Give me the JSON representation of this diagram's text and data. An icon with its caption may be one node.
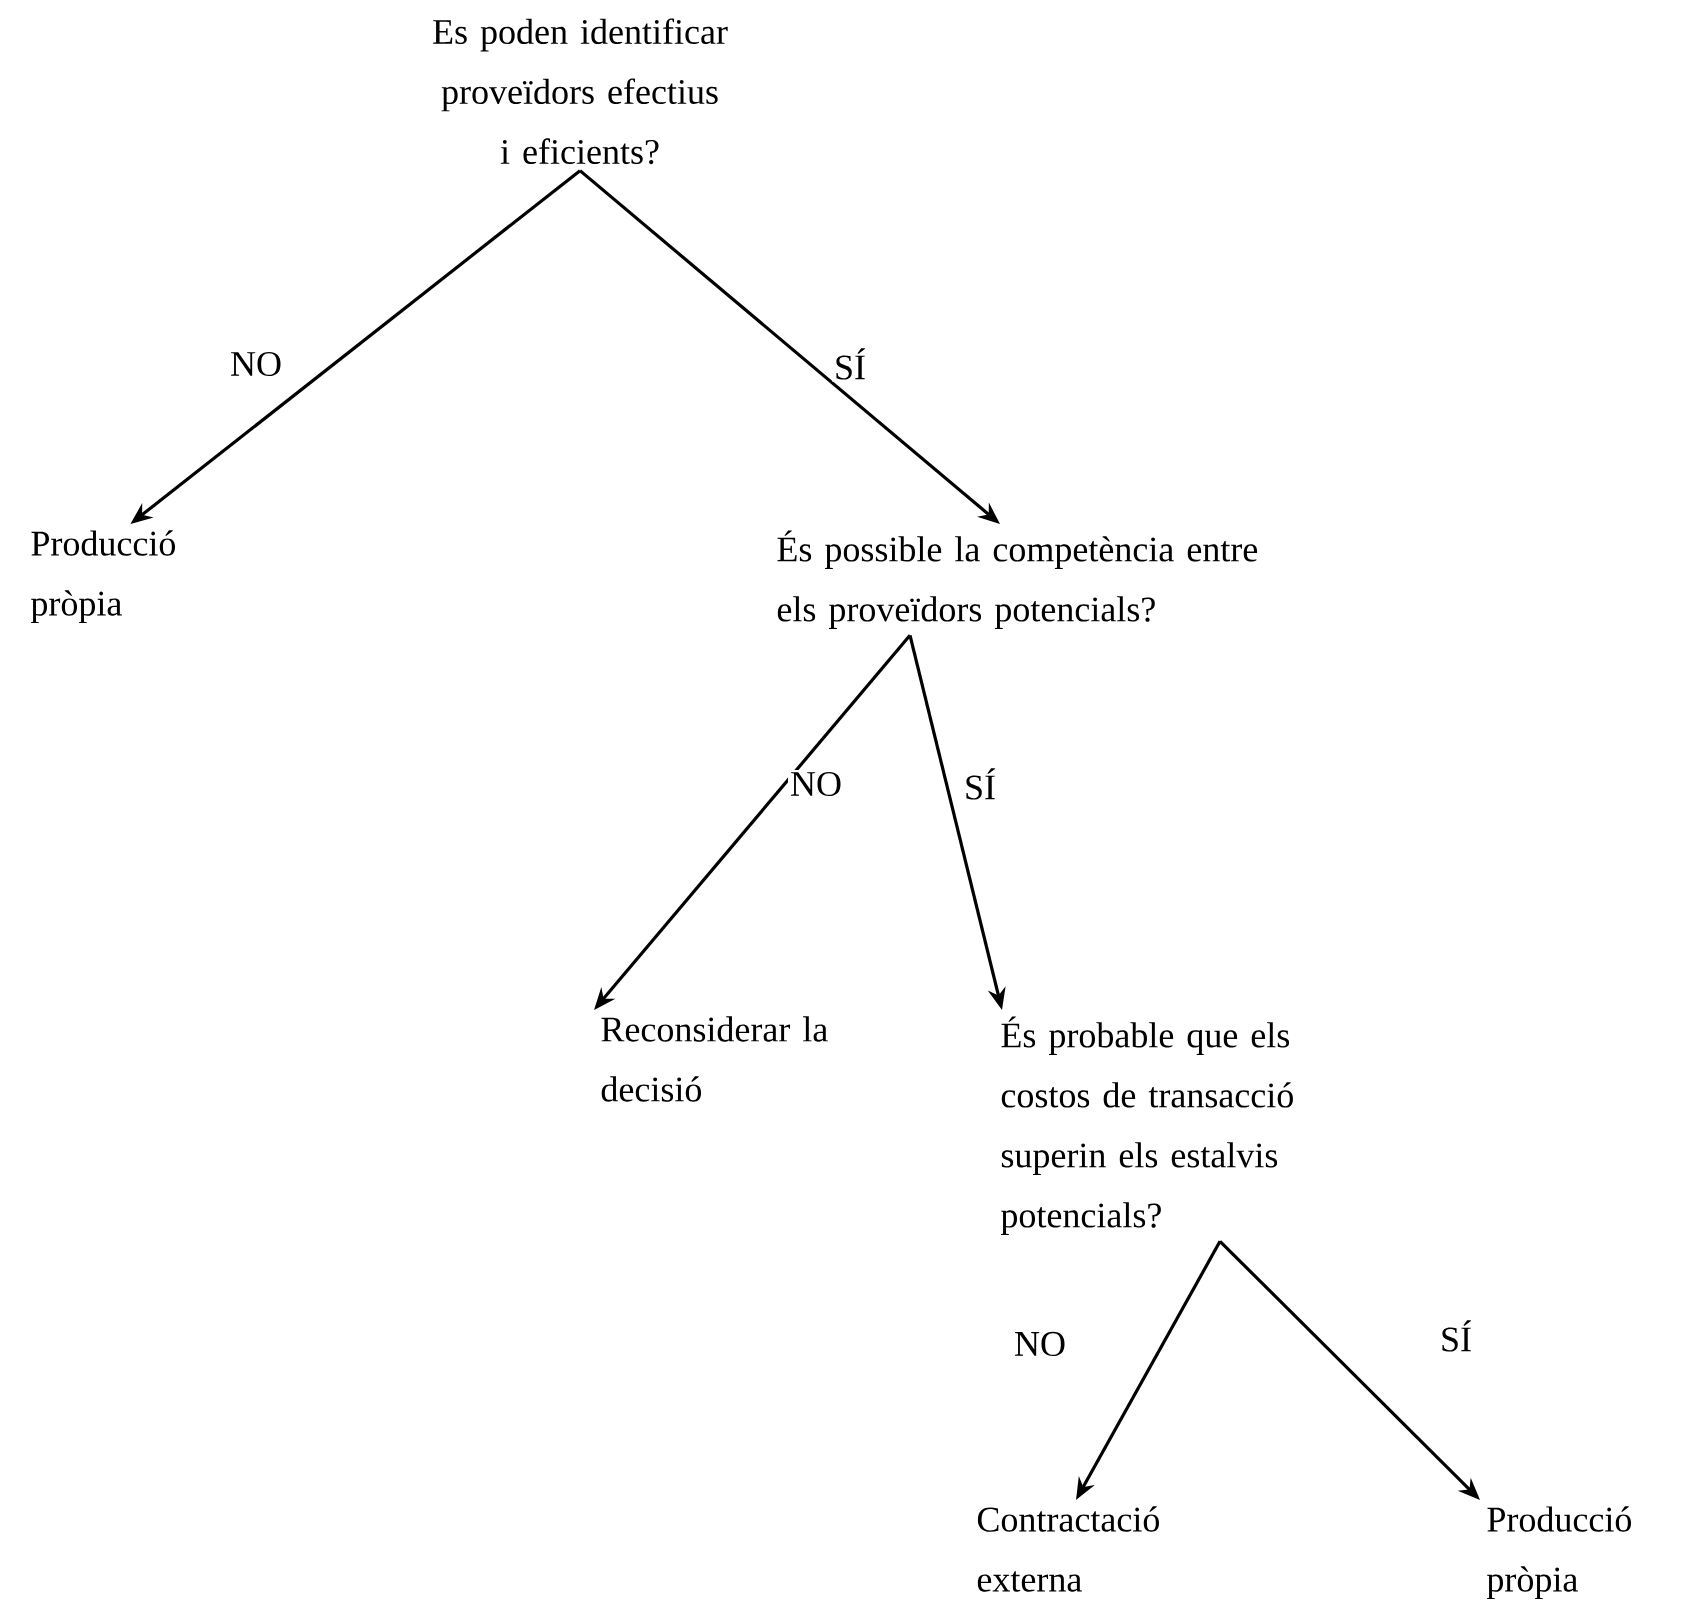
{
  "diagram": {
    "nodes": [
      {
        "text": [
          "Es poden identificar proveïdors efectius i eficients?"
        ]
      },
      {
        "text": [
          "Producció pròpia"
        ]
      },
      {
        "text": [
          "És possible la competència entre els proveïdors potencials?"
        ]
      },
      {
        "text": [
          "Reconsiderar la decisió"
        ]
      },
      {
        "text": [
          "És probable que els costos de transacció superin els estalvis potencials?"
        ]
      },
      {
        "text": [
          "Contractació externa"
        ]
      },
      {
        "text": [
          "Producció pròpia"
        ]
      }
    ],
    "edges": [
      {
        "from": 0,
        "to": 1,
        "arrow": "to",
        "label": "NO"
      },
      {
        "from": 0,
        "to": 2,
        "arrow": "to",
        "label": "SÍ"
      },
      {
        "from": 2,
        "to": 3,
        "arrow": "to",
        "label": "NO"
      },
      {
        "from": 2,
        "to": 4,
        "arrow": "to",
        "label": "SÍ"
      },
      {
        "from": 4,
        "to": 5,
        "arrow": "to",
        "label": "NO"
      },
      {
        "from": 4,
        "to": 6,
        "arrow": "to",
        "label": "SÍ"
      }
    ]
  }
}
